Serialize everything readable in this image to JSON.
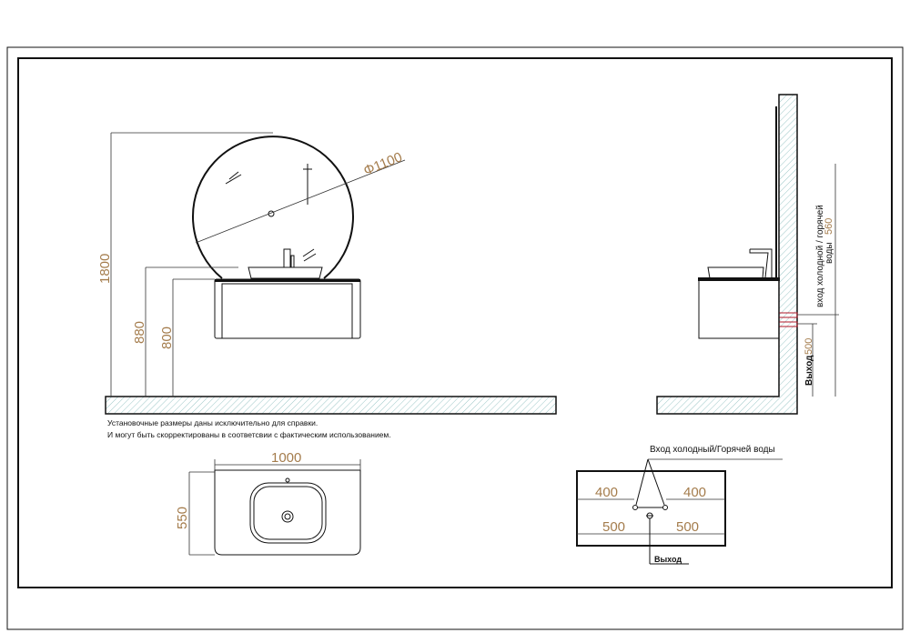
{
  "front_view": {
    "height_total": "1800",
    "height_counter": "880",
    "height_cabinet": "800",
    "mirror_diameter": "Φ1100"
  },
  "notes": [
    "Установочные размеры даны исключительно для справки.",
    "И могут быть скорректированы в соответсвии с фактическим использованием."
  ],
  "side_view": {
    "inlet_label_line1": "вход холодной / горячей",
    "inlet_label_line2": "воды",
    "inlet_height": "560",
    "outlet_label": "Выход",
    "outlet_height": "500"
  },
  "top_view": {
    "width": "1000",
    "depth": "550"
  },
  "plumbing_plan": {
    "inlet_label": "Вход холодный/Горячей воды",
    "left_inlet": "400",
    "right_inlet": "400",
    "left_outlet": "500",
    "right_outlet": "500",
    "outlet_label": "Выход"
  },
  "colors": {
    "dimension_text": "#a47c4c",
    "line": "#111111",
    "pipe": "#b0182a"
  }
}
